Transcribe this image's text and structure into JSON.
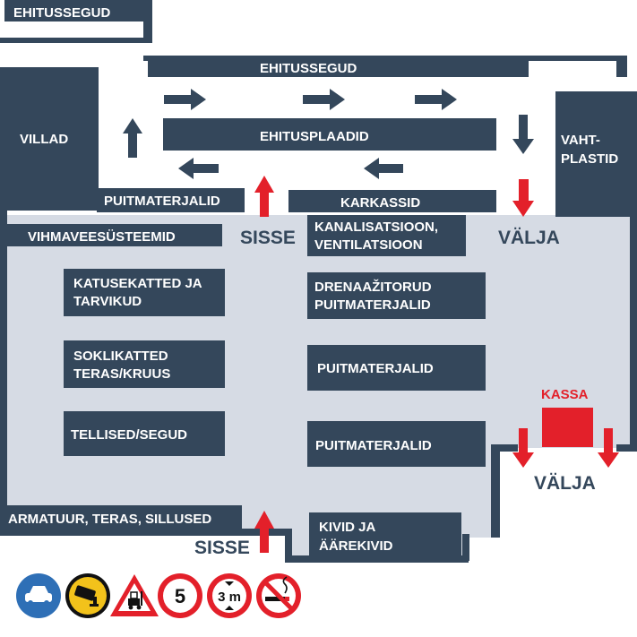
{
  "colors": {
    "navy": "#34475b",
    "floor": "#d6dbe4",
    "red": "#e3202a",
    "white": "#ffffff",
    "sign_blue": "#2e6fb6",
    "sign_yellow": "#f2c21b"
  },
  "outdoor_zones": {
    "ehitussegud_top_left": "EHITUSSEGUD",
    "ehitussegud_top": "EHITUSSEGUD",
    "villad": "VILLAD",
    "ehitusplaadid": "EHITUSPLAADID",
    "vahtplastid_1": "VAHT-",
    "vahtplastid_2": "PLASTID",
    "puitmaterjalid_outdoor": "PUITMATERJALID",
    "karkassid": "KARKASSID"
  },
  "indoor_zones": {
    "vihmaveesusteemid": "VIHMAVEESÜSTEEMID",
    "kanalisatsioon_1": "KANALISATSIOON,",
    "kanalisatsioon_2": "VENTILATSIOON",
    "katusekatted_1": "KATUSEKATTED JA",
    "katusekatted_2": "TARVIKUD",
    "drenaazitorud_1": "DRENAAŽITORUD",
    "drenaazitorud_2": "PUITMATERJALID",
    "soklikatted_1": "SOKLIKATTED",
    "soklikatted_2": "TERAS/KRUUS",
    "puitmaterjalid_a": "PUITMATERJALID",
    "tellised": "TELLISED/SEGUD",
    "puitmaterjalid_b": "PUITMATERJALID",
    "armatuur": "ARMATUUR, TERAS, SILLUSED",
    "kivid_1": "KIVID JA",
    "kivid_2": "ÄÄREKIVID"
  },
  "markers": {
    "sisse_top": "SISSE",
    "valja_top": "VÄLJA",
    "kassa": "KASSA",
    "valja_bottom": "VÄLJA",
    "sisse_bottom": "SISSE"
  },
  "signs": [
    {
      "name": "car-sign-icon",
      "kind": "car"
    },
    {
      "name": "cctv-sign-icon",
      "kind": "camera"
    },
    {
      "name": "forklift-warning-icon",
      "kind": "forklift"
    },
    {
      "name": "speed-limit-sign-icon",
      "kind": "speed",
      "text": "5"
    },
    {
      "name": "height-limit-sign-icon",
      "kind": "height",
      "text": "3 m"
    },
    {
      "name": "no-smoking-sign-icon",
      "kind": "nosmoking"
    }
  ]
}
